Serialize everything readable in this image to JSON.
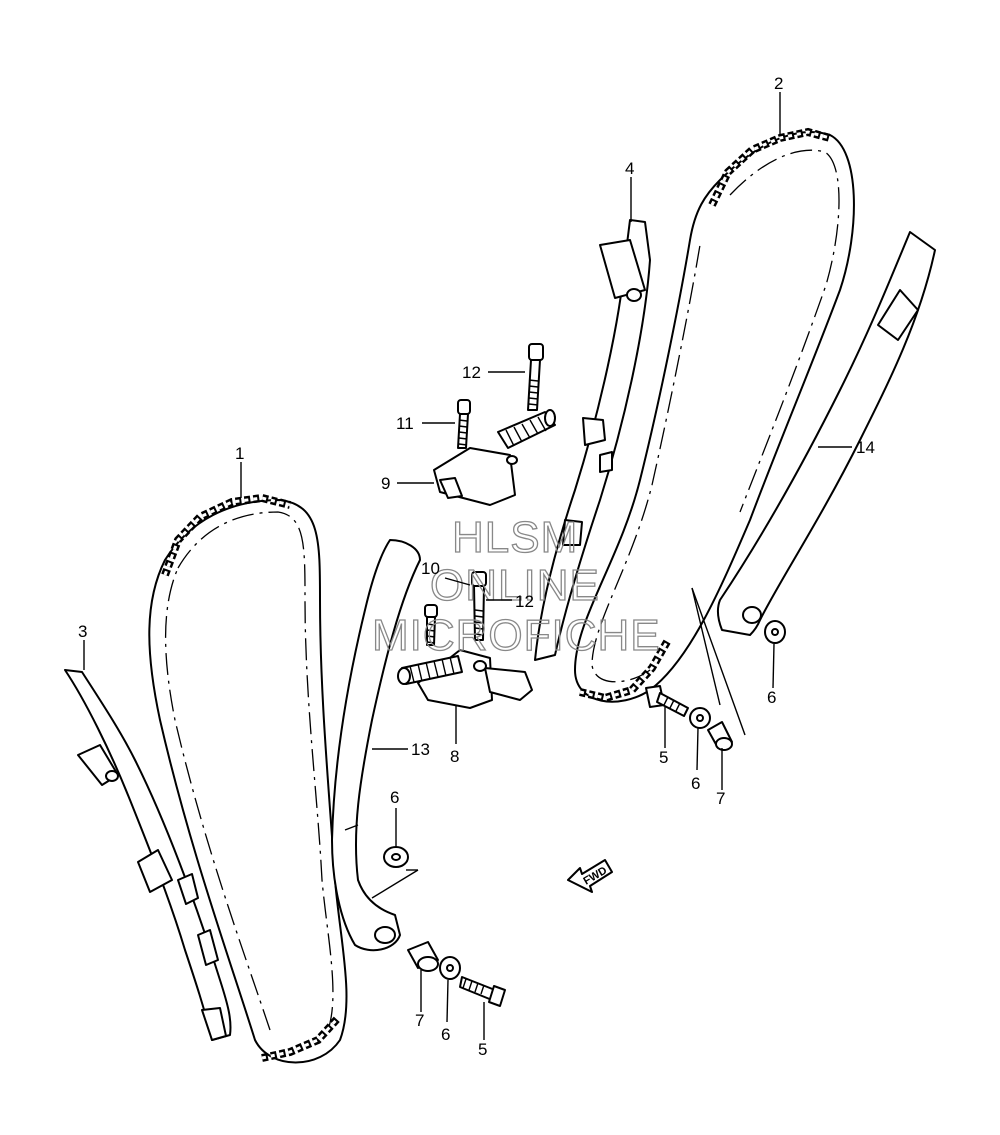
{
  "callouts": [
    {
      "id": "c1",
      "label": "1"
    },
    {
      "id": "c2",
      "label": "2"
    },
    {
      "id": "c3",
      "label": "3"
    },
    {
      "id": "c4",
      "label": "4"
    },
    {
      "id": "c5a",
      "label": "5"
    },
    {
      "id": "c5b",
      "label": "5"
    },
    {
      "id": "c6a",
      "label": "6"
    },
    {
      "id": "c6b",
      "label": "6"
    },
    {
      "id": "c6c",
      "label": "6"
    },
    {
      "id": "c6d",
      "label": "6"
    },
    {
      "id": "c7a",
      "label": "7"
    },
    {
      "id": "c7b",
      "label": "7"
    },
    {
      "id": "c8",
      "label": "8"
    },
    {
      "id": "c9",
      "label": "9"
    },
    {
      "id": "c10",
      "label": "10"
    },
    {
      "id": "c11",
      "label": "11"
    },
    {
      "id": "c12a",
      "label": "12"
    },
    {
      "id": "c12b",
      "label": "12"
    },
    {
      "id": "c13",
      "label": "13"
    },
    {
      "id": "c14",
      "label": "14"
    }
  ],
  "watermark": {
    "line1": "HLSM",
    "line2": "ONLINE",
    "line3": "MICROFICHE"
  },
  "fwd_label": "FWD"
}
